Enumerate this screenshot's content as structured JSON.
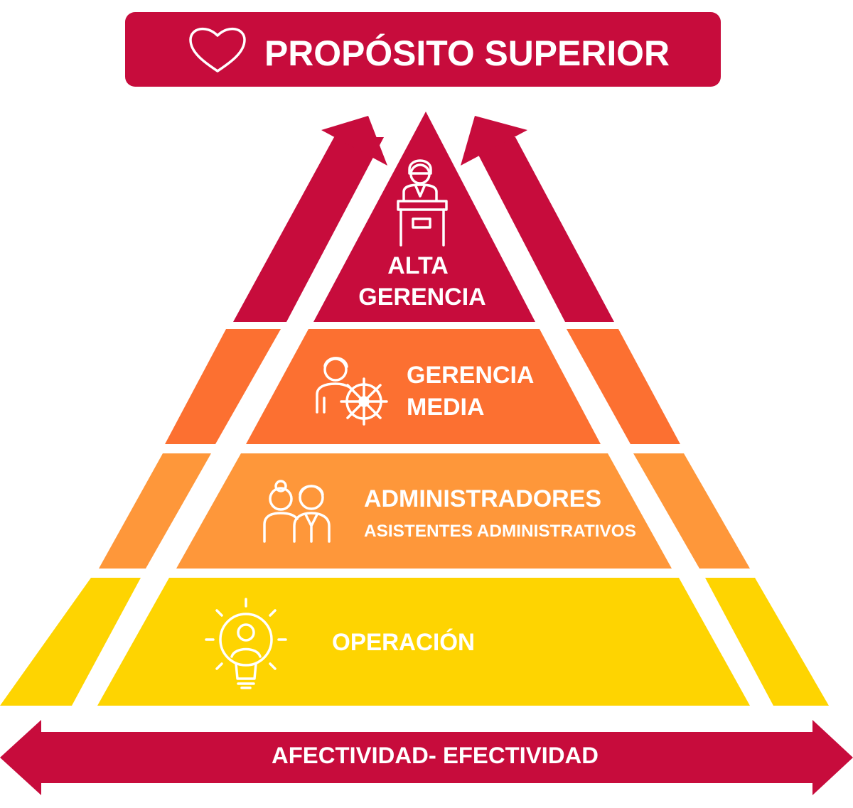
{
  "header": {
    "title": "PROPÓSITO SUPERIOR",
    "icon": "heart-icon"
  },
  "levels": [
    {
      "id": "alta-gerencia",
      "lines": [
        "ALTA",
        "GERENCIA"
      ],
      "icon": "podium-speaker-icon",
      "color": "#C70C3C"
    },
    {
      "id": "gerencia-media",
      "lines": [
        "GERENCIA",
        "MEDIA"
      ],
      "icon": "manager-helm-icon",
      "color": "#FC7031"
    },
    {
      "id": "administradores",
      "title": "ADMINISTRADORES",
      "subtitle": "ASISTENTES ADMINISTRATIVOS",
      "icon": "two-people-icon",
      "color": "#FE973A"
    },
    {
      "id": "operacion",
      "lines": [
        "OPERACIÓN"
      ],
      "icon": "lightbulb-person-icon",
      "color": "#FED401"
    }
  ],
  "footer": {
    "label": "AFECTIVIDAD- EFECTIVIDAD"
  },
  "colors": {
    "crimson": "#C70C3C",
    "orange": "#FC7031",
    "light_orange": "#FE973A",
    "yellow": "#FED401",
    "white": "#FFFFFF"
  }
}
